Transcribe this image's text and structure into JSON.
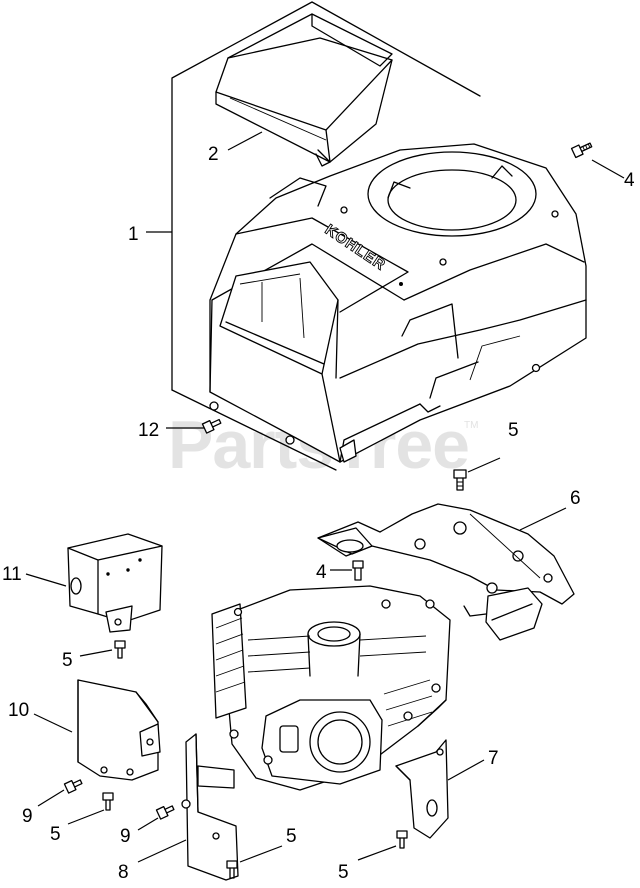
{
  "watermark": {
    "text": "PartsTree",
    "trademark": "TM"
  },
  "housing_brand": "KOHLER",
  "callouts": [
    {
      "id": "c1",
      "label": "1"
    },
    {
      "id": "c2",
      "label": "2"
    },
    {
      "id": "c4a",
      "label": "4"
    },
    {
      "id": "c12",
      "label": "12"
    },
    {
      "id": "c5a",
      "label": "5"
    },
    {
      "id": "c6",
      "label": "6"
    },
    {
      "id": "c11",
      "label": "11"
    },
    {
      "id": "c4b",
      "label": "4"
    },
    {
      "id": "c5b",
      "label": "5"
    },
    {
      "id": "c10",
      "label": "10"
    },
    {
      "id": "c7",
      "label": "7"
    },
    {
      "id": "c9a",
      "label": "9"
    },
    {
      "id": "c5c",
      "label": "5"
    },
    {
      "id": "c9b",
      "label": "9"
    },
    {
      "id": "c5d",
      "label": "5"
    },
    {
      "id": "c8",
      "label": "8"
    },
    {
      "id": "c5e",
      "label": "5"
    }
  ]
}
